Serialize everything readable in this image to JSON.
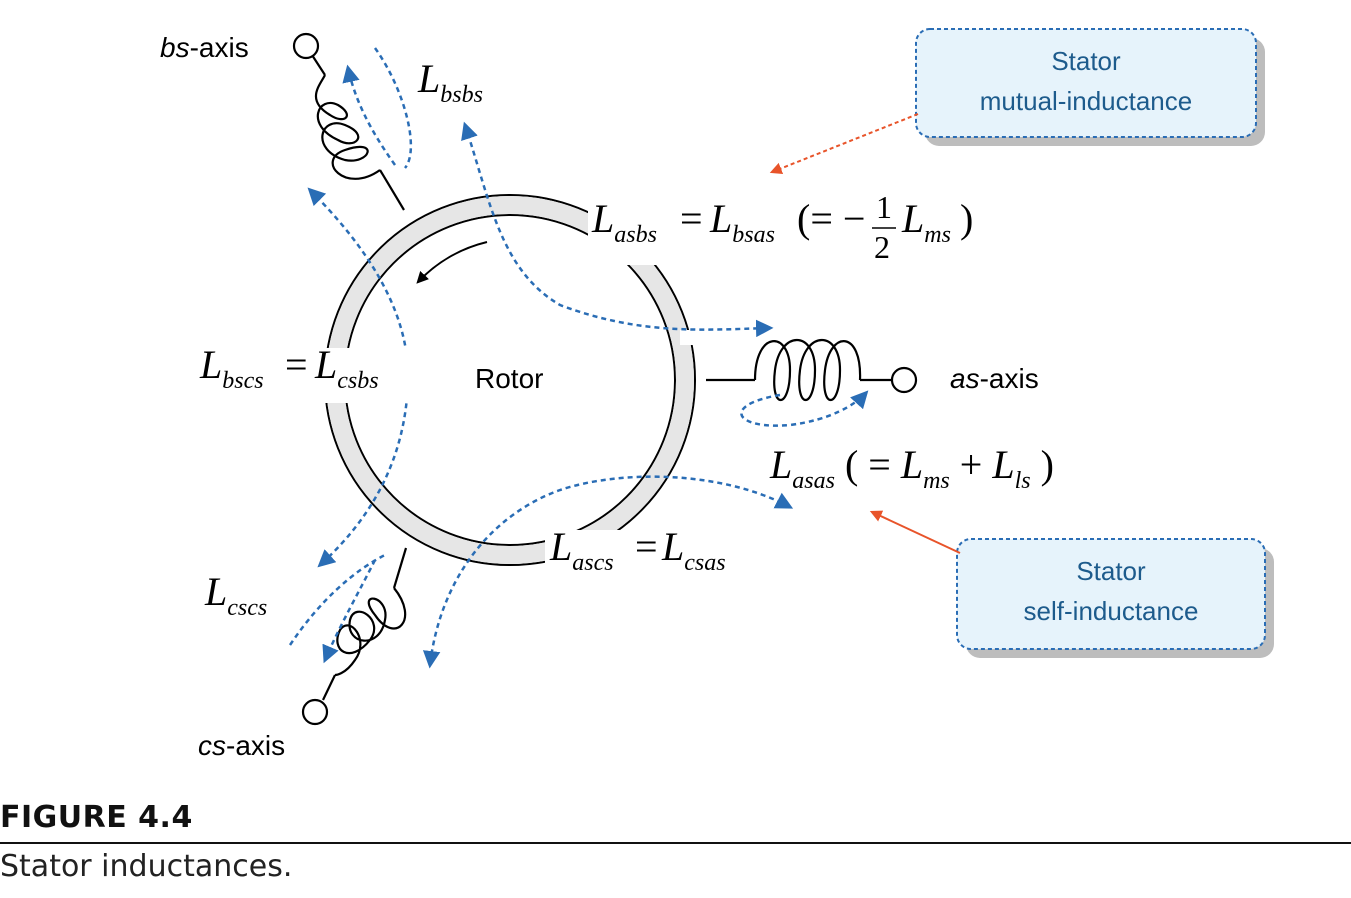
{
  "axes": {
    "as_italic": "as",
    "bs_italic": "bs",
    "cs_italic": "cs",
    "axis_suffix": "-axis"
  },
  "rotor_label": "Rotor",
  "inductance_labels": {
    "bsbs": "bsbs",
    "cscs": "cscs",
    "asbs": "asbs",
    "bsas": "bsas",
    "bscs": "bscs",
    "csbs": "csbs",
    "ascs": "ascs",
    "csas": "csas",
    "asas": "asas",
    "ms": "ms",
    "ls": "ls",
    "L": "L",
    "half_num": "1",
    "half_den": "2"
  },
  "callouts": {
    "mutual": {
      "line1": "Stator",
      "line2": "mutual-inductance"
    },
    "self": {
      "line1": "Stator",
      "line2": "self-inductance"
    }
  },
  "colors": {
    "flux_arrow": "#2a6db5",
    "callout_pointer": "#e8542a",
    "callout_fill": "#e6f3fb",
    "callout_border": "#2a6db5",
    "callout_text": "#1d5b8c",
    "stator_ring": "#e6e6e6"
  },
  "figure": {
    "label": "FIGURE 4.4",
    "caption": "Stator inductances."
  }
}
